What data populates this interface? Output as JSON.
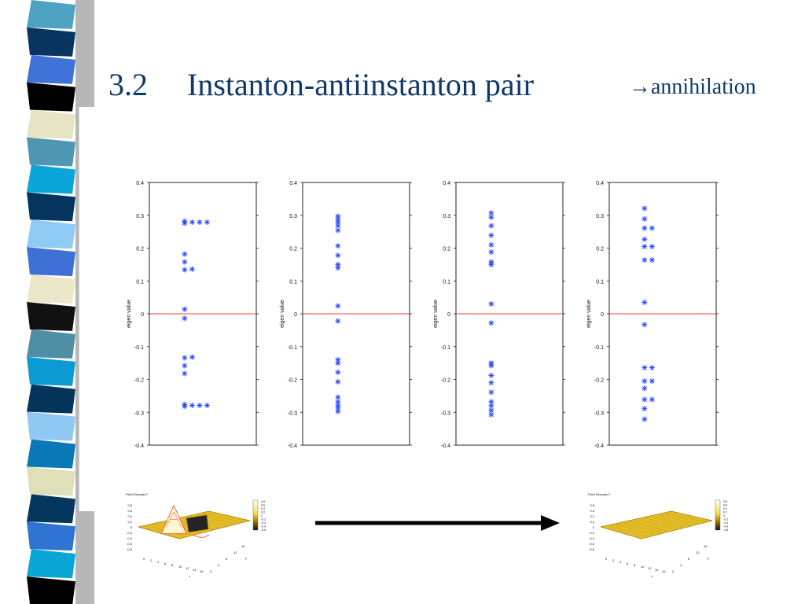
{
  "slide": {
    "title_number": "3.2",
    "title_text": "Instanton-antiinstanton pair",
    "title_suffix": "→annihilation"
  },
  "decoration": {
    "strip_colors": [
      "#4ea3c2",
      "#07355f",
      "#3f73d8",
      "#000000",
      "#e6e4c2",
      "#4f96b2",
      "#0aa6da",
      "#05345f",
      "#8fcaf4",
      "#3f70d5",
      "#ebe7c9",
      "#111111",
      "#4f8fa5",
      "#0b9ad2",
      "#05345b",
      "#8fc8f3",
      "#0a78b6",
      "#dfdfb8",
      "#03375e",
      "#2f74d2",
      "#09a6d6",
      "#000000"
    ],
    "accent": "#0f3a68",
    "marker_color": "#2340ff",
    "zero_line_color": "#ff3b3b"
  },
  "chart_data": [
    {
      "type": "scatter",
      "ylabel": "eigen value",
      "ylim": [
        -0.4,
        0.4
      ],
      "yticks": [
        "0.4",
        "0.3",
        "0.2",
        "0.1",
        "0",
        "-0.1",
        "-0.2",
        "-0.3",
        "-0.4"
      ],
      "zero_line": 0,
      "points": [
        {
          "x": 0.33,
          "y": 0.282
        },
        {
          "x": 0.33,
          "y": 0.276
        },
        {
          "x": 0.4,
          "y": 0.279
        },
        {
          "x": 0.47,
          "y": 0.279
        },
        {
          "x": 0.54,
          "y": 0.279
        },
        {
          "x": 0.33,
          "y": 0.182
        },
        {
          "x": 0.33,
          "y": 0.158
        },
        {
          "x": 0.33,
          "y": 0.134
        },
        {
          "x": 0.4,
          "y": 0.136
        },
        {
          "x": 0.33,
          "y": 0.014
        },
        {
          "x": 0.33,
          "y": -0.014
        },
        {
          "x": 0.33,
          "y": -0.134
        },
        {
          "x": 0.4,
          "y": -0.132
        },
        {
          "x": 0.33,
          "y": -0.158
        },
        {
          "x": 0.33,
          "y": -0.182
        },
        {
          "x": 0.33,
          "y": -0.276
        },
        {
          "x": 0.33,
          "y": -0.282
        },
        {
          "x": 0.4,
          "y": -0.279
        },
        {
          "x": 0.47,
          "y": -0.279
        },
        {
          "x": 0.54,
          "y": -0.279
        }
      ]
    },
    {
      "type": "scatter",
      "ylabel": "eigen value",
      "ylim": [
        -0.4,
        0.4
      ],
      "yticks": [
        "0.4",
        "0.3",
        "0.2",
        "0.1",
        "0",
        "-0.1",
        "-0.2",
        "-0.3",
        "-0.4"
      ],
      "zero_line": 0,
      "points": [
        {
          "x": 0.33,
          "y": 0.297
        },
        {
          "x": 0.33,
          "y": 0.287
        },
        {
          "x": 0.33,
          "y": 0.278
        },
        {
          "x": 0.33,
          "y": 0.268
        },
        {
          "x": 0.33,
          "y": 0.254
        },
        {
          "x": 0.33,
          "y": 0.207
        },
        {
          "x": 0.33,
          "y": 0.178
        },
        {
          "x": 0.33,
          "y": 0.15
        },
        {
          "x": 0.33,
          "y": 0.14
        },
        {
          "x": 0.33,
          "y": 0.024
        },
        {
          "x": 0.33,
          "y": -0.022
        },
        {
          "x": 0.33,
          "y": -0.14
        },
        {
          "x": 0.33,
          "y": -0.15
        },
        {
          "x": 0.33,
          "y": -0.178
        },
        {
          "x": 0.33,
          "y": -0.207
        },
        {
          "x": 0.33,
          "y": -0.254
        },
        {
          "x": 0.33,
          "y": -0.268
        },
        {
          "x": 0.33,
          "y": -0.278
        },
        {
          "x": 0.33,
          "y": -0.287
        },
        {
          "x": 0.33,
          "y": -0.297
        }
      ]
    },
    {
      "type": "scatter",
      "ylabel": "eigen value",
      "ylim": [
        -0.4,
        0.4
      ],
      "yticks": [
        "0.4",
        "0.3",
        "0.2",
        "0.1",
        "0",
        "-0.1",
        "-0.2",
        "-0.3",
        "-0.4"
      ],
      "zero_line": 0,
      "points": [
        {
          "x": 0.33,
          "y": 0.307
        },
        {
          "x": 0.33,
          "y": 0.294
        },
        {
          "x": 0.33,
          "y": 0.268
        },
        {
          "x": 0.33,
          "y": 0.239
        },
        {
          "x": 0.33,
          "y": 0.21
        },
        {
          "x": 0.33,
          "y": 0.188
        },
        {
          "x": 0.33,
          "y": 0.158
        },
        {
          "x": 0.33,
          "y": 0.15
        },
        {
          "x": 0.33,
          "y": 0.03
        },
        {
          "x": 0.33,
          "y": -0.028
        },
        {
          "x": 0.33,
          "y": -0.15
        },
        {
          "x": 0.33,
          "y": -0.158
        },
        {
          "x": 0.33,
          "y": -0.188
        },
        {
          "x": 0.33,
          "y": -0.21
        },
        {
          "x": 0.33,
          "y": -0.239
        },
        {
          "x": 0.33,
          "y": -0.268
        },
        {
          "x": 0.33,
          "y": -0.28
        },
        {
          "x": 0.33,
          "y": -0.294
        },
        {
          "x": 0.33,
          "y": -0.307
        }
      ]
    },
    {
      "type": "scatter",
      "ylabel": "eigen value",
      "ylim": [
        -0.4,
        0.4
      ],
      "yticks": [
        "0.4",
        "0.3",
        "0.2",
        "0.1",
        "0",
        "-0.1",
        "-0.2",
        "-0.3",
        "-0.4"
      ],
      "zero_line": 0,
      "points": [
        {
          "x": 0.33,
          "y": 0.321
        },
        {
          "x": 0.33,
          "y": 0.289
        },
        {
          "x": 0.33,
          "y": 0.261
        },
        {
          "x": 0.4,
          "y": 0.261
        },
        {
          "x": 0.33,
          "y": 0.227
        },
        {
          "x": 0.33,
          "y": 0.205
        },
        {
          "x": 0.4,
          "y": 0.205
        },
        {
          "x": 0.33,
          "y": 0.164
        },
        {
          "x": 0.4,
          "y": 0.164
        },
        {
          "x": 0.33,
          "y": 0.035
        },
        {
          "x": 0.33,
          "y": -0.033
        },
        {
          "x": 0.33,
          "y": -0.164
        },
        {
          "x": 0.4,
          "y": -0.164
        },
        {
          "x": 0.33,
          "y": -0.205
        },
        {
          "x": 0.4,
          "y": -0.205
        },
        {
          "x": 0.33,
          "y": -0.227
        },
        {
          "x": 0.33,
          "y": -0.261
        },
        {
          "x": 0.4,
          "y": -0.261
        },
        {
          "x": 0.33,
          "y": -0.289
        },
        {
          "x": 0.33,
          "y": -0.321
        }
      ]
    }
  ],
  "surface_plots": [
    {
      "title": "Field Strength F",
      "legend_ticks": [
        "0.8",
        "0.6",
        "0.4",
        "0.2",
        "0",
        "-0.2",
        "-0.4",
        "-0.6",
        "-0.8"
      ],
      "z_ticks": [
        "0.8",
        "0.6",
        "0.4",
        "0.2",
        "0",
        "-0.2",
        "-0.4",
        "-0.6",
        "-0.8"
      ],
      "x_ticks": [
        "0",
        "2",
        "4",
        "6",
        "8",
        "10",
        "12",
        "14",
        "16"
      ],
      "y_ticks": [
        "0",
        "2",
        "4",
        "6",
        "8",
        "10",
        "12",
        "14",
        "16"
      ],
      "x_label": "x",
      "y_label": "y",
      "peaks": [
        {
          "x": 0.27,
          "y": 0.4,
          "height": 1.0
        },
        {
          "x": 0.62,
          "y": 0.35,
          "height": -1.0
        }
      ]
    },
    {
      "title": "Field Strength F",
      "legend_ticks": [
        "0.8",
        "0.6",
        "0.4",
        "0.2",
        "0",
        "-0.2",
        "-0.4",
        "-0.6",
        "-0.8"
      ],
      "z_ticks": [
        "0.8",
        "0.6",
        "0.4",
        "0.2",
        "0",
        "-0.2",
        "-0.4",
        "-0.6",
        "-0.8"
      ],
      "x_ticks": [
        "0",
        "2",
        "4",
        "6",
        "8",
        "10",
        "12",
        "14",
        "16"
      ],
      "y_ticks": [
        "0",
        "2",
        "4",
        "6",
        "8",
        "10",
        "12",
        "14",
        "16"
      ],
      "x_label": "x",
      "y_label": "y",
      "peaks": []
    }
  ],
  "arrow": {
    "label": ""
  }
}
